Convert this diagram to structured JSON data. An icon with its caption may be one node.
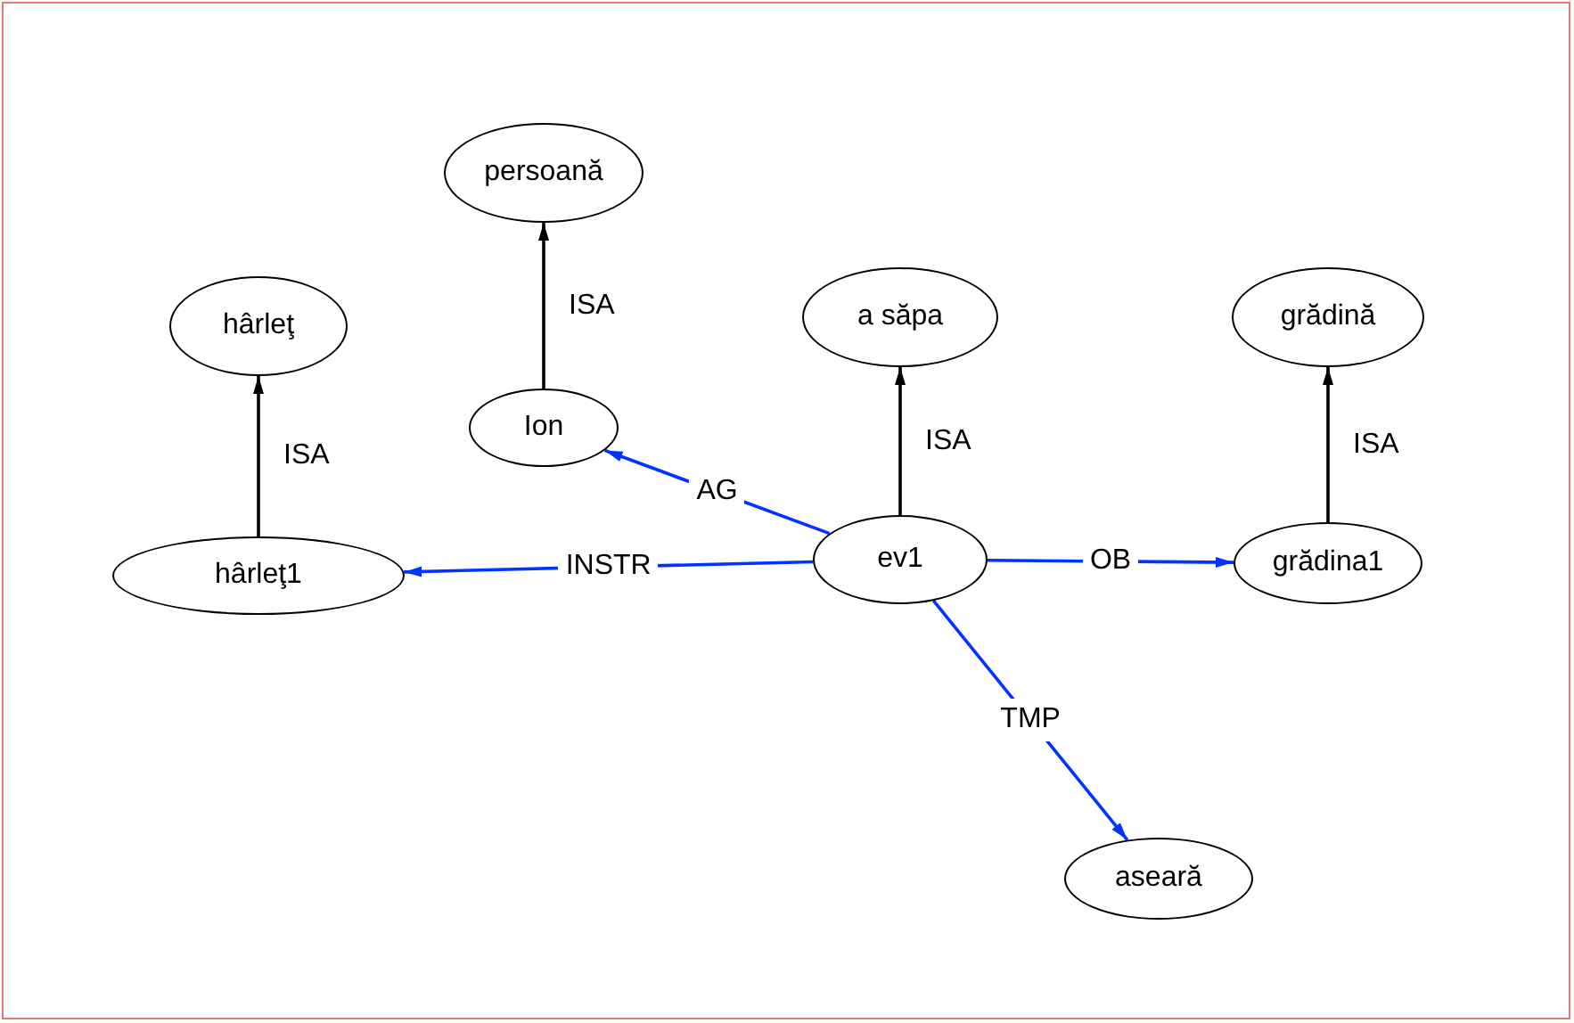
{
  "diagram": {
    "nodes": [
      {
        "text": [
          "hârleţ"
        ]
      },
      {
        "text": [
          "persoană"
        ]
      },
      {
        "text": [
          "a săpa"
        ]
      },
      {
        "text": [
          "grădină"
        ]
      },
      {
        "text": [
          "Ion"
        ]
      },
      {
        "text": [
          "hârleţ1"
        ]
      },
      {
        "text": [
          "ev1"
        ]
      },
      {
        "text": [
          "grădina1"
        ]
      },
      {
        "text": [
          "aseară"
        ]
      }
    ],
    "edges": [
      {
        "from": 5,
        "to": 0,
        "arrow": "to",
        "label": "ISA",
        "color": "#000000"
      },
      {
        "from": 4,
        "to": 1,
        "arrow": "to",
        "label": "ISA",
        "color": "#000000"
      },
      {
        "from": 6,
        "to": 2,
        "arrow": "to",
        "label": "ISA",
        "color": "#000000"
      },
      {
        "from": 7,
        "to": 3,
        "arrow": "to",
        "label": "ISA",
        "color": "#000000"
      },
      {
        "from": 6,
        "to": 4,
        "arrow": "to",
        "label": "AG",
        "color": "#0033ff"
      },
      {
        "from": 6,
        "to": 5,
        "arrow": "to",
        "label": "INSTR",
        "color": "#0033ff"
      },
      {
        "from": 6,
        "to": 7,
        "arrow": "to",
        "label": "OB",
        "color": "#0033ff"
      },
      {
        "from": 6,
        "to": 8,
        "arrow": "to",
        "label": "TMP",
        "color": "#0033ff"
      }
    ]
  }
}
